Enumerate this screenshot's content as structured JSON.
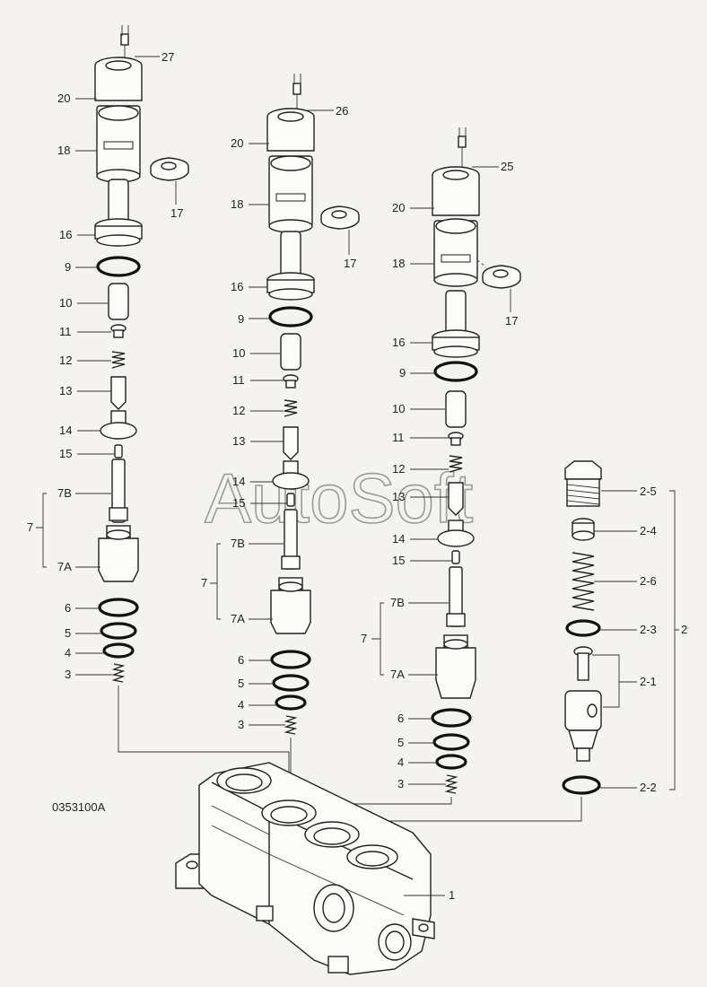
{
  "drawing_code": "0353100A",
  "watermark": "AutoSoft",
  "columns": [
    {
      "name": "column-left",
      "labels": {
        "p27": "27",
        "p20": "20",
        "p18": "18",
        "p17": "17",
        "p16": "16",
        "p9": "9",
        "p10": "10",
        "p11": "11",
        "p12": "12",
        "p13": "13",
        "p14": "14",
        "p15": "15",
        "p7B": "7B",
        "p7": "7",
        "p7A": "7A",
        "p6": "6",
        "p5": "5",
        "p4": "4",
        "p3": "3"
      }
    },
    {
      "name": "column-middle",
      "labels": {
        "p26": "26",
        "p20": "20",
        "p18": "18",
        "p17": "17",
        "p16": "16",
        "p9": "9",
        "p10": "10",
        "p11": "11",
        "p12": "12",
        "p13": "13",
        "p14": "14",
        "p15": "15",
        "p7B": "7B",
        "p7": "7",
        "p7A": "7A",
        "p6": "6",
        "p5": "5",
        "p4": "4",
        "p3": "3"
      }
    },
    {
      "name": "column-right",
      "labels": {
        "p25": "25",
        "p20": "20",
        "p18": "18",
        "p17": "17",
        "p16": "16",
        "p9": "9",
        "p10": "10",
        "p11": "11",
        "p12": "12",
        "p13": "13",
        "p14": "14",
        "p15": "15",
        "p7B": "7B",
        "p7": "7",
        "p7A": "7A",
        "p6": "6",
        "p5": "5",
        "p4": "4",
        "p3": "3"
      }
    }
  ],
  "relief_valve": {
    "labels": {
      "p2_5": "2-5",
      "p2_4": "2-4",
      "p2_6": "2-6",
      "p2_3": "2-3",
      "p2": "2",
      "p2_1": "2-1",
      "p2_2": "2-2"
    }
  },
  "body_label": "1"
}
